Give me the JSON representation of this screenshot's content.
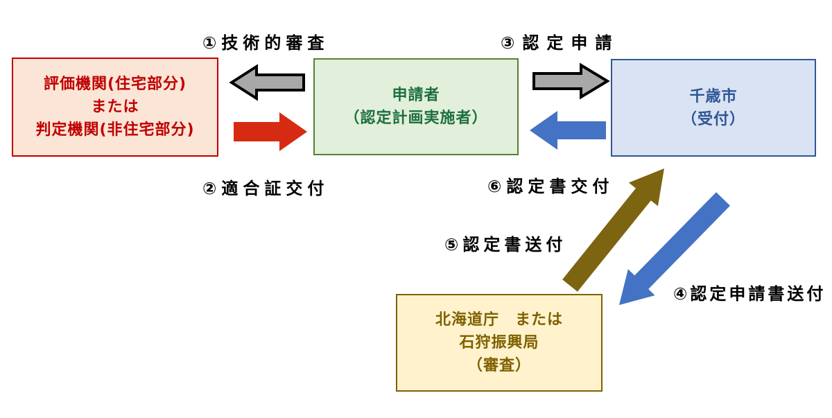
{
  "diagram": {
    "background": "#ffffff",
    "boxes": {
      "evaluator": {
        "lines": [
          "評価機関(住宅部分)",
          "または",
          "判定機関(非住宅部分)"
        ],
        "fill": "#fbe5d6",
        "border": "#c00000",
        "text_color": "#c00000"
      },
      "applicant": {
        "lines": [
          "申請者",
          "（認定計画実施者）"
        ],
        "fill": "#e2efda",
        "border": "#548235",
        "text_color": "#1d6f42"
      },
      "city": {
        "lines": [
          "千歳市",
          "（受付）"
        ],
        "fill": "#dae3f3",
        "border": "#2f5597",
        "text_color": "#2f5597"
      },
      "prefecture": {
        "lines": [
          "北海道庁　または",
          "石狩振興局",
          "（審査）"
        ],
        "fill": "#fff2cc",
        "border": "#7f6000",
        "text_color": "#7f6000"
      }
    },
    "steps": {
      "step1": {
        "label": "①技術的審査",
        "arrow_color": "#a8a8a8",
        "arrow_outline": "#000000",
        "direction": "left"
      },
      "step2": {
        "label": "②適合証交付",
        "arrow_color": "#d62b12",
        "arrow_outline": "none",
        "direction": "right"
      },
      "step3": {
        "label": "③認定申請",
        "arrow_color": "#a8a8a8",
        "arrow_outline": "#000000",
        "direction": "right"
      },
      "step4": {
        "label": "④認定申請書送付",
        "arrow_color": "#4472c4",
        "arrow_outline": "none",
        "direction": "down-left"
      },
      "step5": {
        "label": "⑤認定書送付",
        "arrow_color": "#7d6410",
        "arrow_outline": "none",
        "direction": "up-right"
      },
      "step6": {
        "label": "⑥認定書交付",
        "arrow_color": "#4472c4",
        "arrow_outline": "none",
        "direction": "left"
      }
    }
  }
}
